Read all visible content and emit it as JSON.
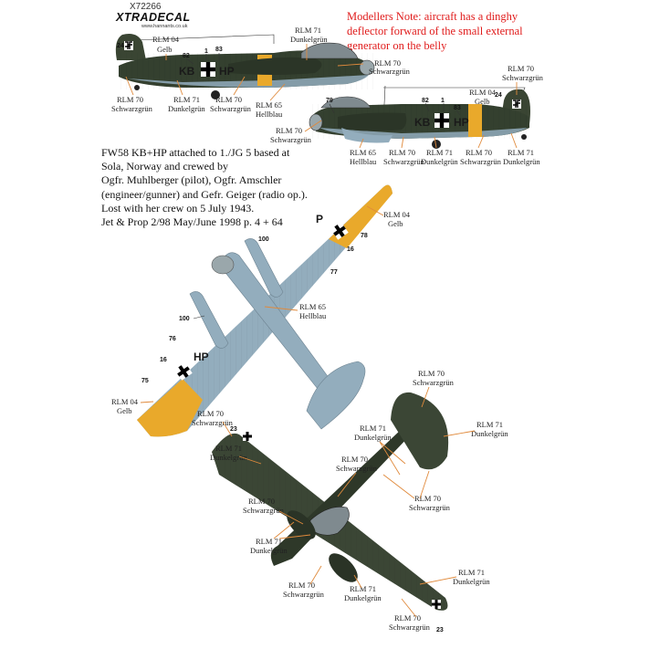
{
  "header": {
    "product_code": "X72266",
    "brand": "XTRADECAL",
    "website": "www.hannants.co.uk"
  },
  "note": {
    "line1": "Modellers Note: aircraft has a dinghy",
    "line2": "deflector forward of the small external",
    "line3": "generator on the belly"
  },
  "description": {
    "lines": [
      "FW58 KB+HP attached to 1./JG 5 based at",
      "Sola, Norway and crewed by",
      "Ogfr. Muhlberger (pilot), Ogfr. Amschler",
      "(engineer/gunner) and Gefr. Geiger (radio op.).",
      "Lost with her crew on 5 July 1943.",
      "Jet & Prop 2/98 May/June 1998 p. 4 + 64"
    ]
  },
  "colors": {
    "rlm70": "#2f3a2b",
    "rlm71": "#4b5640",
    "rlm65": "#93adbd",
    "rlm04": "#e9a92b",
    "leader": "#e08a3c",
    "note_red": "#e01b1b"
  },
  "aircraft_code": {
    "left": "KB",
    "right": "HP",
    "underwing": "P"
  },
  "paints": {
    "rlm70": "RLM 70",
    "rlm70_name": "Schwarzgrün",
    "rlm71": "RLM 71",
    "rlm71_name": "Dunkelgrün",
    "rlm65": "RLM 65",
    "rlm65_name": "Hellblau",
    "rlm04": "RLM 04",
    "rlm04_name": "Gelb"
  },
  "stencils": {
    "n1": "1",
    "n16": "16",
    "n23": "23",
    "n24": "24",
    "n75": "75",
    "n76": "76",
    "n77": "77",
    "n78": "78",
    "n79": "79",
    "n82": "82",
    "n83": "83",
    "n100": "100"
  }
}
